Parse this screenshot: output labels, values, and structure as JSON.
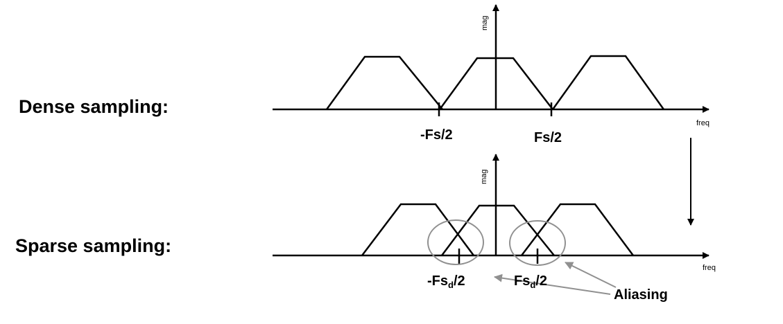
{
  "labels": {
    "dense": "Dense sampling:",
    "sparse": "Sparse sampling:"
  },
  "axes": {
    "top": {
      "mag": "mag",
      "freq": "freq",
      "neg_tick": "-Fs/2",
      "pos_tick": "Fs/2"
    },
    "bottom": {
      "mag": "mag",
      "freq": "freq",
      "neg_tick_main": "-Fs",
      "neg_tick_sub": "d",
      "neg_tick_tail": "/2",
      "pos_tick_main": "Fs",
      "pos_tick_sub": "d",
      "pos_tick_tail": "/2"
    }
  },
  "annotation": {
    "aliasing": "Aliasing"
  },
  "colors": {
    "stroke": "#000000",
    "circle": "#909090",
    "arrow_grey": "#909090"
  }
}
